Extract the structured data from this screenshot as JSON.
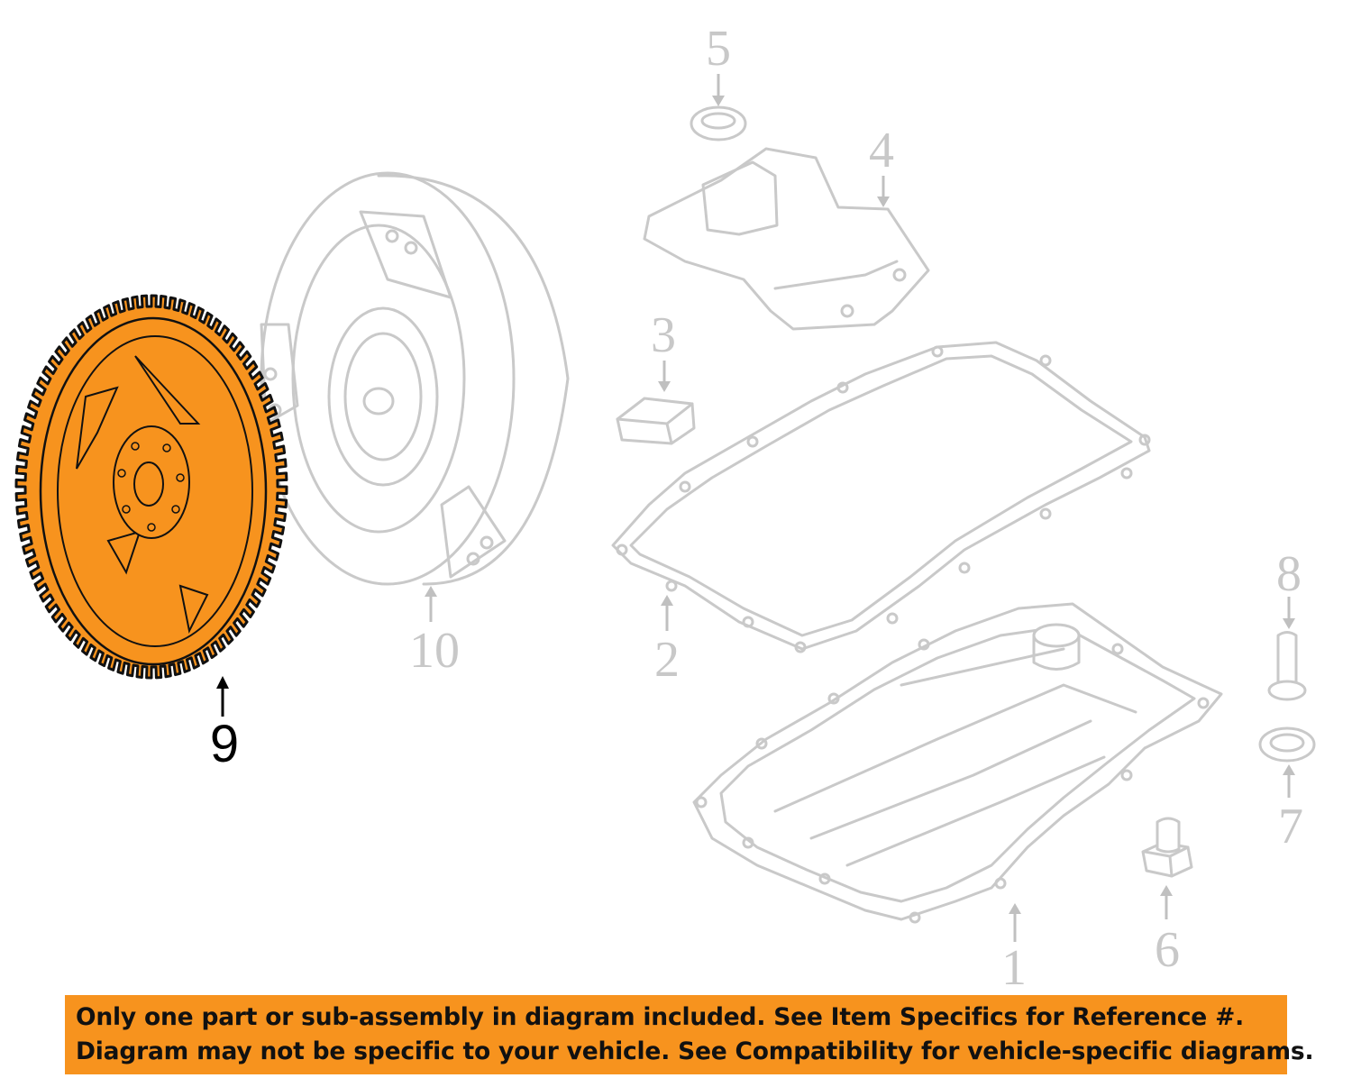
{
  "callouts": {
    "c1": "1",
    "c2": "2",
    "c3": "3",
    "c4": "4",
    "c5": "5",
    "c6": "6",
    "c7": "7",
    "c8": "8",
    "c9": "9",
    "c10": "10"
  },
  "highlighted_part": "9",
  "colors": {
    "highlight": "#f7931e",
    "ghost": "#c9c9c9",
    "banner": "#f7931e"
  },
  "banner": {
    "line1": "Only one part or sub-assembly in diagram included. See Item Specifics for Reference #.",
    "line2": "Diagram may not be specific to your vehicle. See Compatibility for vehicle-specific diagrams."
  }
}
